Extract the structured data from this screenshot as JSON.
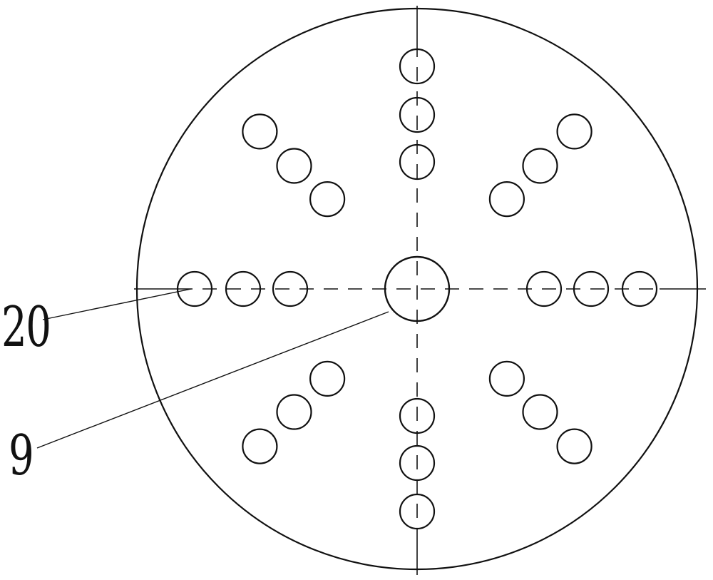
{
  "diagram": {
    "labels": {
      "small_hole": "20",
      "center_hole": "9"
    },
    "hole_pattern": {
      "radial_rows": 8,
      "holes_per_row": 3,
      "center_hole_count": 1
    },
    "colors": {
      "stroke": "#111111",
      "background": "#ffffff"
    }
  }
}
